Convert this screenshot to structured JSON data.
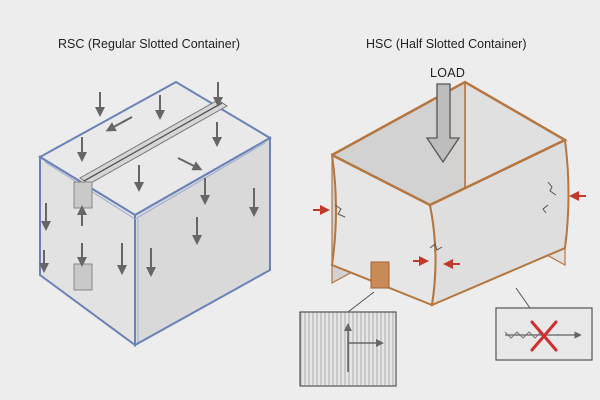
{
  "diagram": {
    "rsc": {
      "title": "RSC (Regular Slotted Container)"
    },
    "hsc": {
      "title": "HSC (Half Slotted Container)",
      "load_label": "LOAD"
    }
  },
  "colors": {
    "background": "#ededed",
    "rsc_edge": "#6b82b8",
    "hsc_edge": "#b5763f",
    "stress_arrow": "#c0392b",
    "fail_cross": "#d12e2e"
  },
  "icons": [
    "down-arrow-icon",
    "crack-icon",
    "corrugation-detail-icon",
    "failure-cross-icon"
  ]
}
